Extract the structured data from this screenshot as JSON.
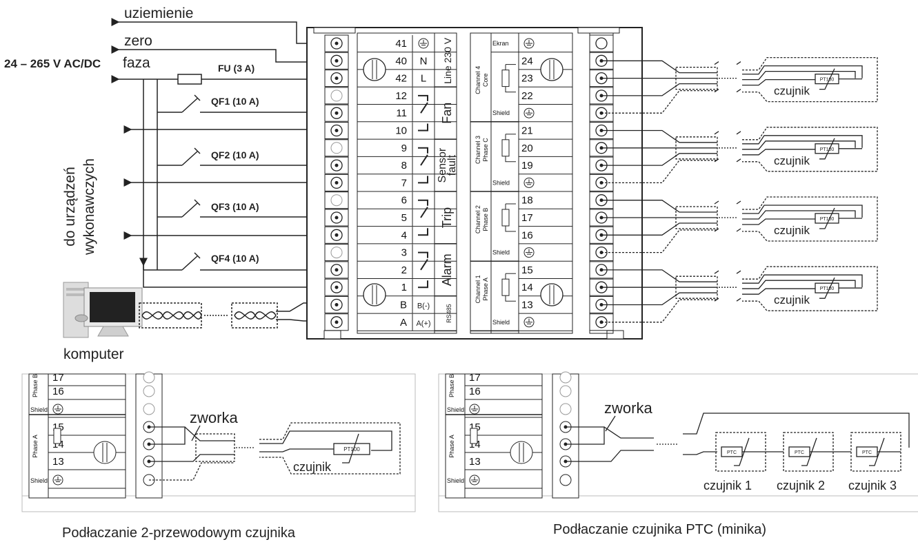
{
  "labels": {
    "ground": "uziemienie",
    "zero": "zero",
    "supply": "24 – 265 V AC/DC",
    "phase": "faza",
    "fuse": "FU (3 A)",
    "qf1": "QF1 (10 A)",
    "qf2": "QF2 (10 A)",
    "qf3": "QF3 (10 A)",
    "qf4": "QF4 (10 A)",
    "devices_line1": "do urządzeń",
    "devices_line2": "wykonawczych",
    "computer": "komputer",
    "sensor": "czujnik",
    "pt100": "PT100",
    "jumper": "zworka",
    "ptc": "PTC",
    "sensor1": "czujnik 1",
    "sensor2": "czujnik 2",
    "sensor3": "czujnik 3"
  },
  "left_terminals": [
    "41",
    "40",
    "42",
    "12",
    "11",
    "10",
    "9",
    "8",
    "7",
    "6",
    "5",
    "4",
    "3",
    "2",
    "1",
    "B",
    "A"
  ],
  "power_marks": [
    "N",
    "L"
  ],
  "rs485_marks": [
    "B(-)",
    "A(+)"
  ],
  "left_groups": [
    "Line 230 V",
    "Fan",
    "Sensor fault",
    "Trip",
    "Alarm",
    "RS485"
  ],
  "right_terminals": [
    "24",
    "23",
    "22",
    "21",
    "20",
    "19",
    "18",
    "17",
    "16",
    "15",
    "14",
    "13"
  ],
  "shield": "Shield",
  "ekran": "Ekran",
  "channels": [
    {
      "ch": "Channel 4",
      "ph": "Core"
    },
    {
      "ch": "Channel 3",
      "ph": "Phase C"
    },
    {
      "ch": "Channel 2",
      "ph": "Phase B"
    },
    {
      "ch": "Channel 1",
      "ph": "Phase A"
    }
  ],
  "detail_rows": [
    "17",
    "16",
    "15",
    "14",
    "13"
  ],
  "detail_phases": [
    "Phase B",
    "Phase A"
  ],
  "captions": {
    "left": "Podłaczanie 2-przewodowym czujnika",
    "right": "Podłaczanie  czujnika PTC (minika)"
  }
}
